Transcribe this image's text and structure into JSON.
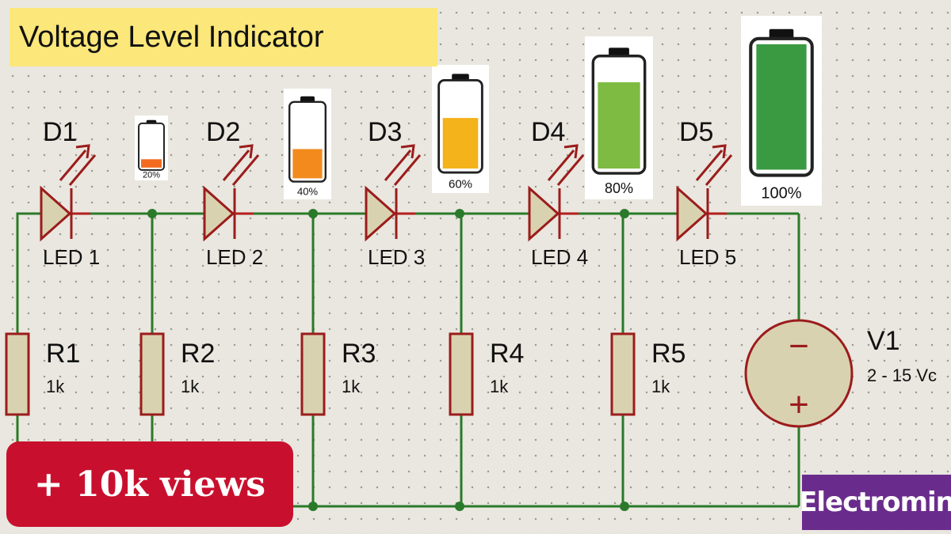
{
  "title": "Voltage Level Indicator",
  "badge": "+ 10k views",
  "brand": "Electromin",
  "colors": {
    "wire": "#2a7a2a",
    "wire_led": "#b41e1e",
    "component_fill": "#d9d2b0",
    "component_stroke": "#9b1c1c",
    "title_bg": "#fbe77a",
    "badge_bg": "#c8102e",
    "brand_bg": "#6a2c8c"
  },
  "leds": [
    {
      "designator": "D1",
      "label": "LED 1"
    },
    {
      "designator": "D2",
      "label": "LED 2"
    },
    {
      "designator": "D3",
      "label": "LED 3"
    },
    {
      "designator": "D4",
      "label": "LED 4"
    },
    {
      "designator": "D5",
      "label": "LED 5"
    }
  ],
  "resistors": [
    {
      "designator": "R1",
      "value": "1k"
    },
    {
      "designator": "R2",
      "value": "1k"
    },
    {
      "designator": "R3",
      "value": "1k"
    },
    {
      "designator": "R4",
      "value": "1k"
    },
    {
      "designator": "R5",
      "value": "1k"
    }
  ],
  "source": {
    "designator": "V1",
    "value": "2 - 15 Vc",
    "minus_symbol": "−",
    "plus_symbol": "+"
  },
  "batteries": [
    {
      "label": "20%",
      "level": 0.2,
      "color": "#f26b21"
    },
    {
      "label": "40%",
      "level": 0.4,
      "color": "#f28a1e"
    },
    {
      "label": "60%",
      "level": 0.6,
      "color": "#f4b21b"
    },
    {
      "label": "80%",
      "level": 0.8,
      "color": "#7dbb42"
    },
    {
      "label": "100%",
      "level": 1.0,
      "color": "#3a9a42"
    }
  ]
}
